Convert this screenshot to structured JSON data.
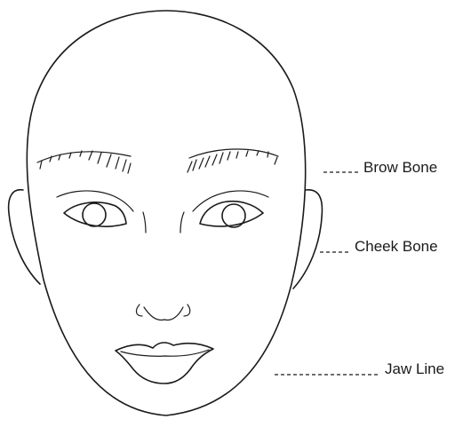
{
  "labels": {
    "brow_bone": "Brow Bone",
    "cheek_bone": "Cheek Bone",
    "jaw_line": "Jaw Line"
  }
}
